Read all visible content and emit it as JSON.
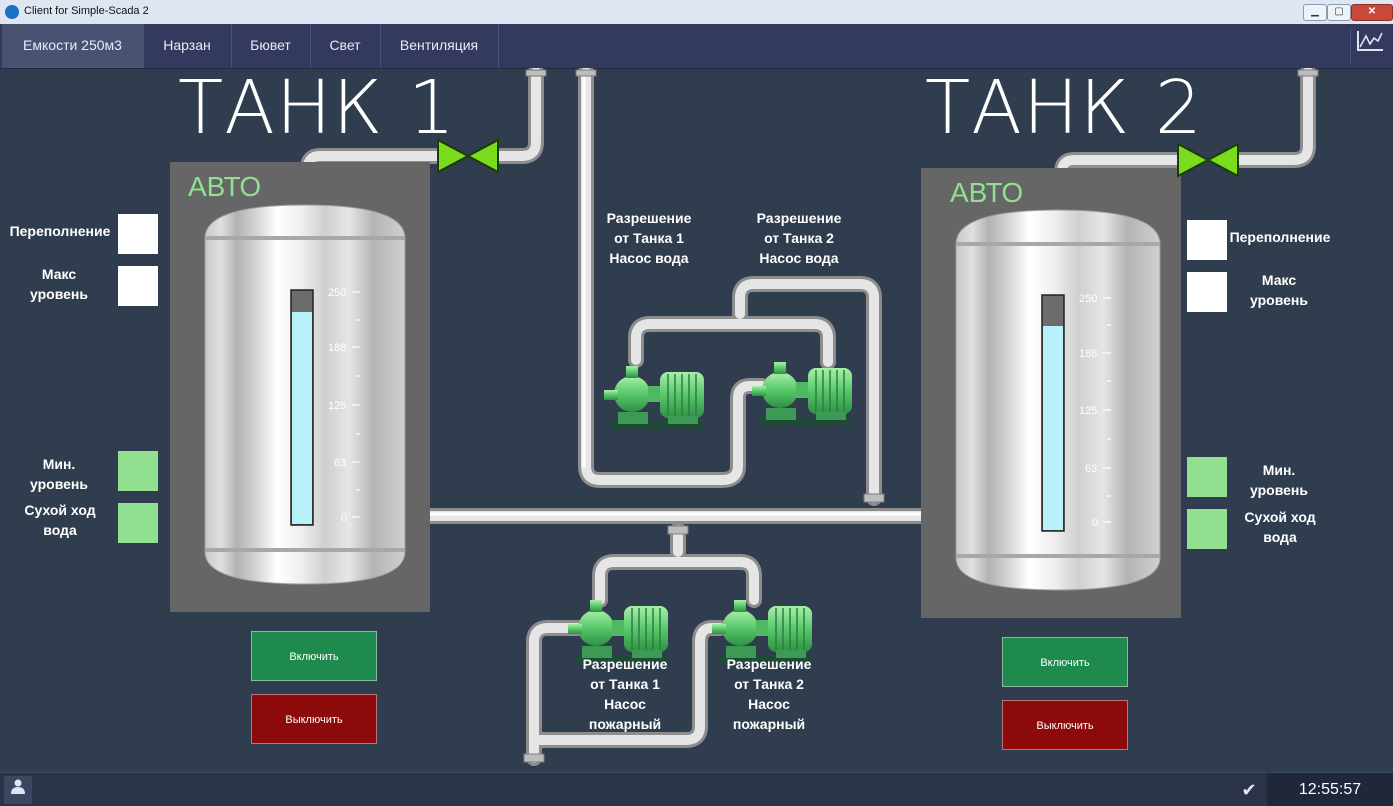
{
  "window": {
    "title": "Client for Simple-Scada 2"
  },
  "tabs": [
    "Емкости 250м3",
    "Нарзан",
    "Бювет",
    "Свет",
    "Вентиляция"
  ],
  "active_tab": 0,
  "tank1": {
    "title": "ТАНК 1",
    "mode": "АВТО",
    "scale": [
      "250",
      "188",
      "125",
      "63",
      "0"
    ],
    "level_fraction": 0.91,
    "overflow_label": "Переполнение",
    "max_label": [
      "Макс",
      "уровень"
    ],
    "min_label": [
      "Мин.",
      "уровень"
    ],
    "dry_label": [
      "Сухой ход",
      "вода"
    ],
    "on_button": "Включить",
    "off_button": "Выключить"
  },
  "tank2": {
    "title": "ТАНК 2",
    "mode": "АВТО",
    "scale": [
      "250",
      "188",
      "125",
      "63",
      "0"
    ],
    "level_fraction": 0.87,
    "overflow_label": "Переполнение",
    "max_label": [
      "Макс",
      "уровень"
    ],
    "min_label": [
      "Мин.",
      "уровень"
    ],
    "dry_label": [
      "Сухой ход",
      "вода"
    ],
    "on_button": "Включить",
    "off_button": "Выключить"
  },
  "pump_labels": {
    "water_t1": [
      "Разрешение",
      "от Танка 1",
      "Насос вода"
    ],
    "water_t2": [
      "Разрешение",
      "от Танка 2",
      "Насос вода"
    ],
    "fire_t1": [
      "Разрешение",
      "от Танка 1",
      "Насос",
      "пожарный"
    ],
    "fire_t2": [
      "Разрешение",
      "от Танка 2",
      "Насос",
      "пожарный"
    ]
  },
  "indicators": {
    "overflow": "off",
    "max_level": "off",
    "min_level": "on",
    "dry_run": "on"
  },
  "colors": {
    "background": "#2f3d4f",
    "tab_bar": "#333a5e",
    "indicator_off": "#ffffff",
    "indicator_on": "#90e090",
    "water": "#b7f2fa",
    "valve": "#7bdc1e",
    "pump": "#6fe07a",
    "button_on": "#1e8a4d",
    "button_off": "#8c0a0a"
  },
  "status": {
    "clock": "12:55:57"
  }
}
